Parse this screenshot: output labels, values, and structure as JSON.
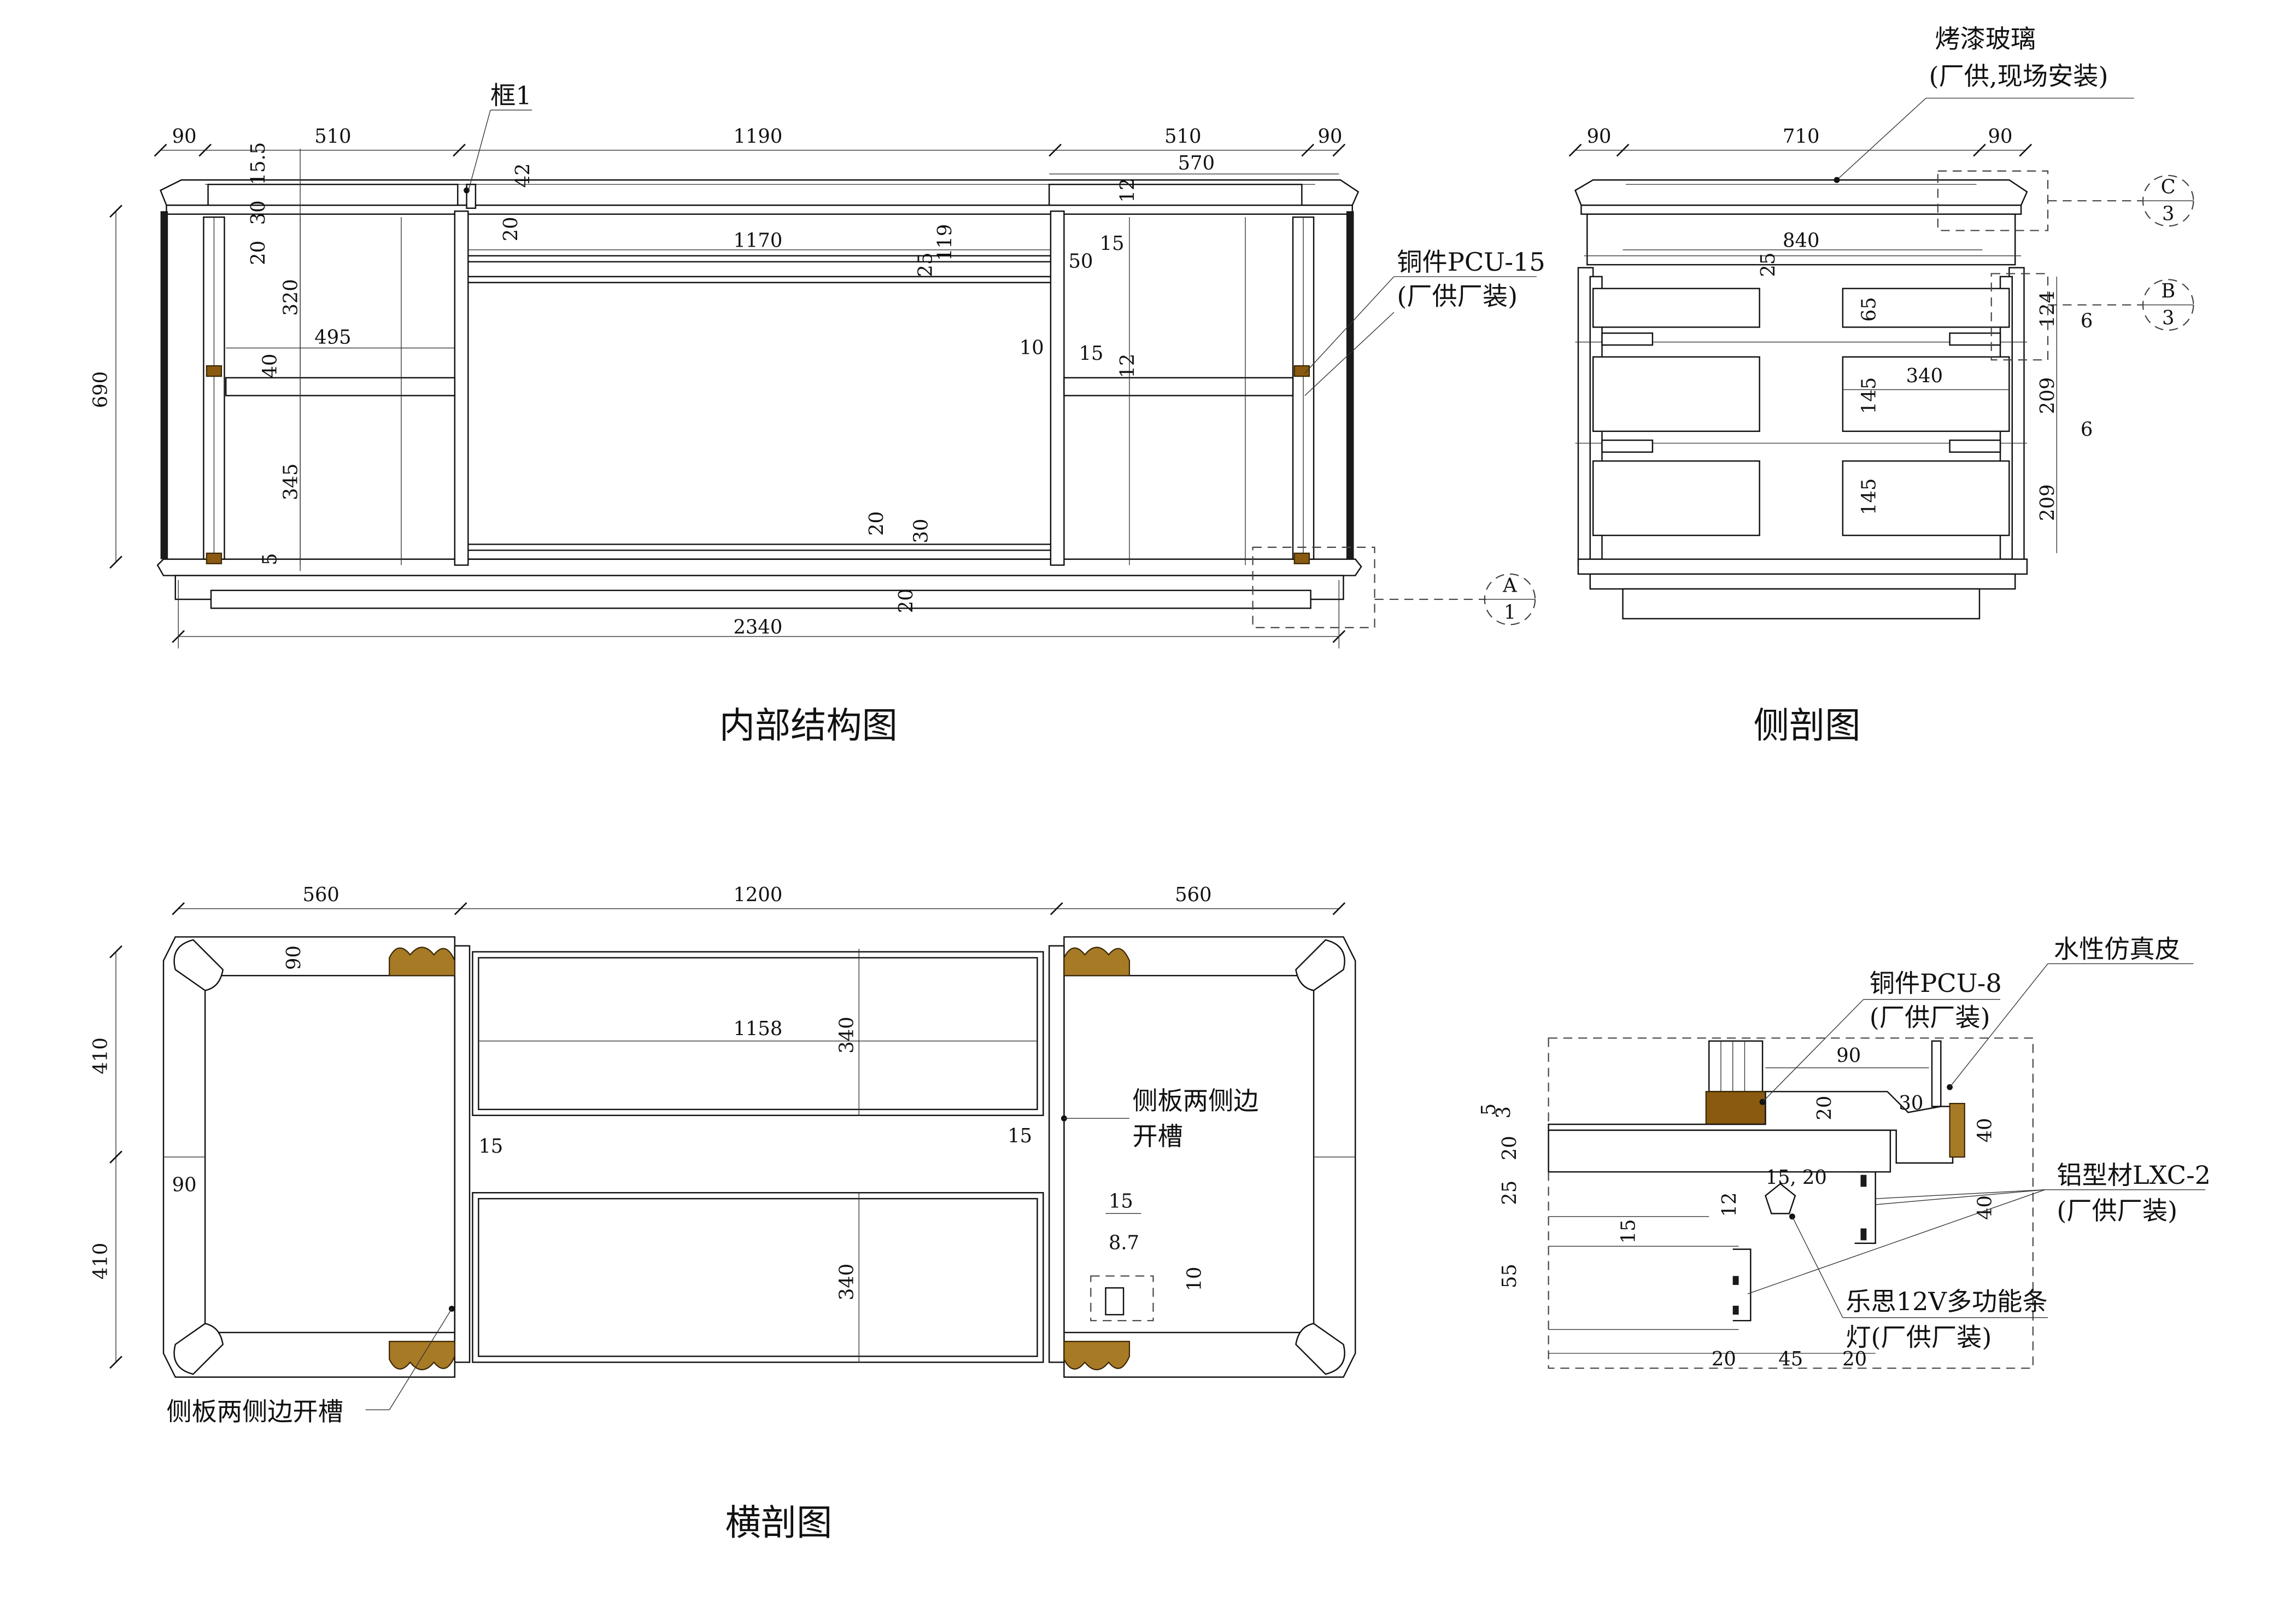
{
  "views": {
    "interior": {
      "title": "内部结构图",
      "dims_top": [
        "90",
        "510",
        "1190",
        "510",
        "90"
      ],
      "dim_570": "570",
      "dim_690": "690",
      "dim_2340": "2340",
      "dim_1170": "1170",
      "dim_495": "495",
      "small": {
        "d15_5": "15.5",
        "d30": "30",
        "d20a": "20",
        "d320": "320",
        "d40": "40",
        "d345": "345",
        "d5": "5",
        "d42": "42",
        "d20b": "20",
        "d25": "25",
        "d119": "119",
        "d12a": "12",
        "d15a": "15",
        "d50": "50",
        "d10": "10",
        "d15b": "15",
        "d12b": "12",
        "d20c": "20",
        "d30b": "30",
        "d20d": "20"
      },
      "callout_frame": "框1",
      "callout_copper": [
        "铜件PCU-15",
        "(厂供厂装)"
      ],
      "detail_tag": {
        "letter": "A",
        "num": "1"
      }
    },
    "side": {
      "title": "侧剖图",
      "dims_top": [
        "90",
        "710",
        "90"
      ],
      "dim_840": "840",
      "small": {
        "d25": "25",
        "d65": "65",
        "d340": "340",
        "d145a": "145",
        "d145b": "145",
        "d124": "124",
        "d6a": "6",
        "d209a": "209",
        "d6b": "6",
        "d209b": "209"
      },
      "callout_glass": [
        "烤漆玻璃",
        "(厂供,现场安装)"
      ],
      "tag_c": {
        "letter": "C",
        "num": "3"
      },
      "tag_b": {
        "letter": "B",
        "num": "3"
      }
    },
    "plan": {
      "title": "横剖图",
      "dims_top": [
        "560",
        "1200",
        "560"
      ],
      "dims_left": [
        "410",
        "410"
      ],
      "small": {
        "d90a": "90",
        "d90b": "90",
        "d1158": "1158",
        "d340a": "340",
        "d340b": "340",
        "d15a": "15",
        "d15b": "15",
        "d15c": "15",
        "d8_7": "8.7",
        "d10": "10"
      },
      "callout_groove_right": [
        "侧板两侧边",
        "开槽"
      ],
      "callout_groove_left": "侧板两侧边开槽"
    },
    "detail": {
      "callout_copper": [
        "铜件PCU-8",
        "(厂供厂装)"
      ],
      "callout_leather": "水性仿真皮",
      "callout_profile": [
        "铝型材LXC-2",
        "(厂供厂装)"
      ],
      "callout_light": [
        "乐思12V多功能条",
        "灯(厂供厂装)"
      ],
      "dims": {
        "d90": "90",
        "d20a": "20",
        "d30": "30",
        "d40a": "40",
        "d40b": "40",
        "d15_20": "15, 20",
        "d12": "12",
        "d15": "15",
        "d5": "5",
        "d3": "3",
        "d20b": "20",
        "d25": "25",
        "d55": "55",
        "d20c": "20",
        "d45": "45",
        "d20d": "20"
      }
    }
  }
}
